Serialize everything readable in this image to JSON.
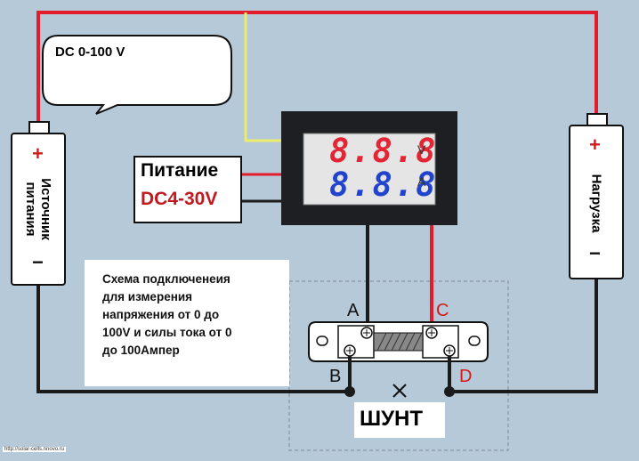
{
  "bubble": {
    "text": "DC 0-100 V"
  },
  "source": {
    "label": "Источник питания",
    "plus": "+",
    "minus": "−"
  },
  "load": {
    "label": "Нагрузка",
    "plus": "+",
    "minus": "−"
  },
  "power": {
    "title": "Питание",
    "range": "DC4-30V"
  },
  "meter": {
    "top_value": "8.8.8",
    "top_unit": "V",
    "bottom_value": "8.8.8",
    "bottom_unit": "A"
  },
  "description": {
    "lines": [
      "Схема подключенеия",
      "для измерения",
      "напряжения от 0 до",
      "100V и силы тока от 0",
      "до 100Ампер"
    ]
  },
  "shunt": {
    "label": "ШУНТ",
    "terminals": {
      "a": "A",
      "b": "B",
      "c": "C",
      "d": "D"
    }
  },
  "footer": {
    "url": "http://solar-cells.nnovo.ru"
  },
  "colors": {
    "background": "#b5c9d8",
    "red_wire": "#e21c2a",
    "yellow_wire": "#ecec6a",
    "black_wire": "#1b1b1b",
    "segment_red": "#e32636",
    "segment_blue": "#2244cc"
  }
}
